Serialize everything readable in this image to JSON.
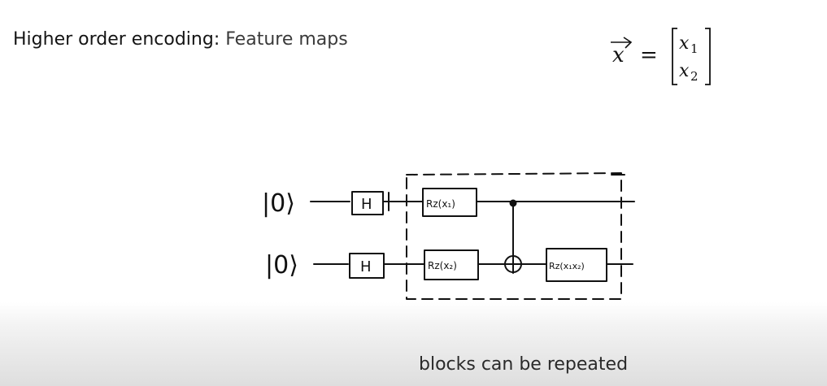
{
  "title": {
    "main": "Higher order encoding:",
    "sub": "Feature maps"
  },
  "equation": {
    "lhs": "x",
    "equals": "=",
    "entries": [
      "x",
      "x"
    ],
    "subscripts": [
      "1",
      "2"
    ]
  },
  "circuit": {
    "qubits": [
      {
        "ket": "|0⟩",
        "hadamard": "H",
        "rz": "Rz(x₁)"
      },
      {
        "ket": "|0⟩",
        "hadamard": "H",
        "rz": "Rz(x₂)"
      }
    ],
    "entangle_rz": "Rz(x₁x₂)"
  },
  "caption": "blocks can be repeated"
}
